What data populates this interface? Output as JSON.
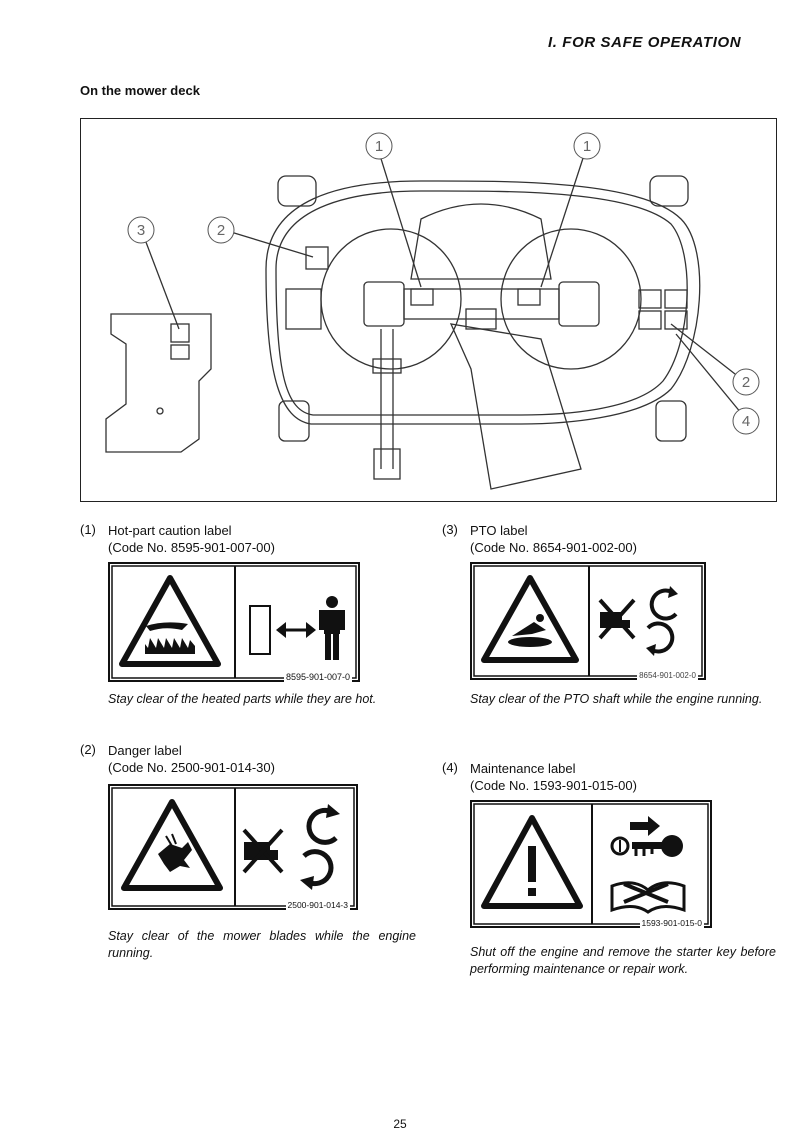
{
  "header": {
    "section": "I. FOR SAFE OPERATION"
  },
  "section_title": "On the mower deck",
  "figure": {
    "callouts": [
      "1",
      "1",
      "2",
      "2",
      "3",
      "4"
    ]
  },
  "items": [
    {
      "num": "(1)",
      "title": "Hot-part caution label",
      "code": "(Code No. 8595-901-007-00)",
      "label_code": "8595-901-007-0",
      "caption": "Stay clear of the heated parts while they are hot."
    },
    {
      "num": "(2)",
      "title": "Danger label",
      "code": "(Code No. 2500-901-014-30)",
      "label_code": "2500-901-014-3",
      "caption": "Stay clear of the mower blades while the engine running."
    },
    {
      "num": "(3)",
      "title": "PTO label",
      "code": "(Code No. 8654-901-002-00)",
      "label_code": "8654-901-002-0",
      "caption": "Stay clear of the PTO shaft while the engine running."
    },
    {
      "num": "(4)",
      "title": "Maintenance label",
      "code": "(Code No. 1593-901-015-00)",
      "label_code": "1593-901-015-0",
      "caption": "Shut off the engine and remove the starter key before performing maintenance or repair work."
    }
  ],
  "icons": {
    "item1": [
      "hot-surface-warning-icon",
      "keep-distance-icon"
    ],
    "item2": [
      "hand-cut-warning-icon",
      "no-hands-rotating-blade-icon"
    ],
    "item3": [
      "entanglement-warning-icon",
      "no-hands-rotating-shaft-icon"
    ],
    "item4": [
      "general-warning-icon",
      "remove-key-icon",
      "read-manual-icon"
    ]
  },
  "page_number": "25"
}
